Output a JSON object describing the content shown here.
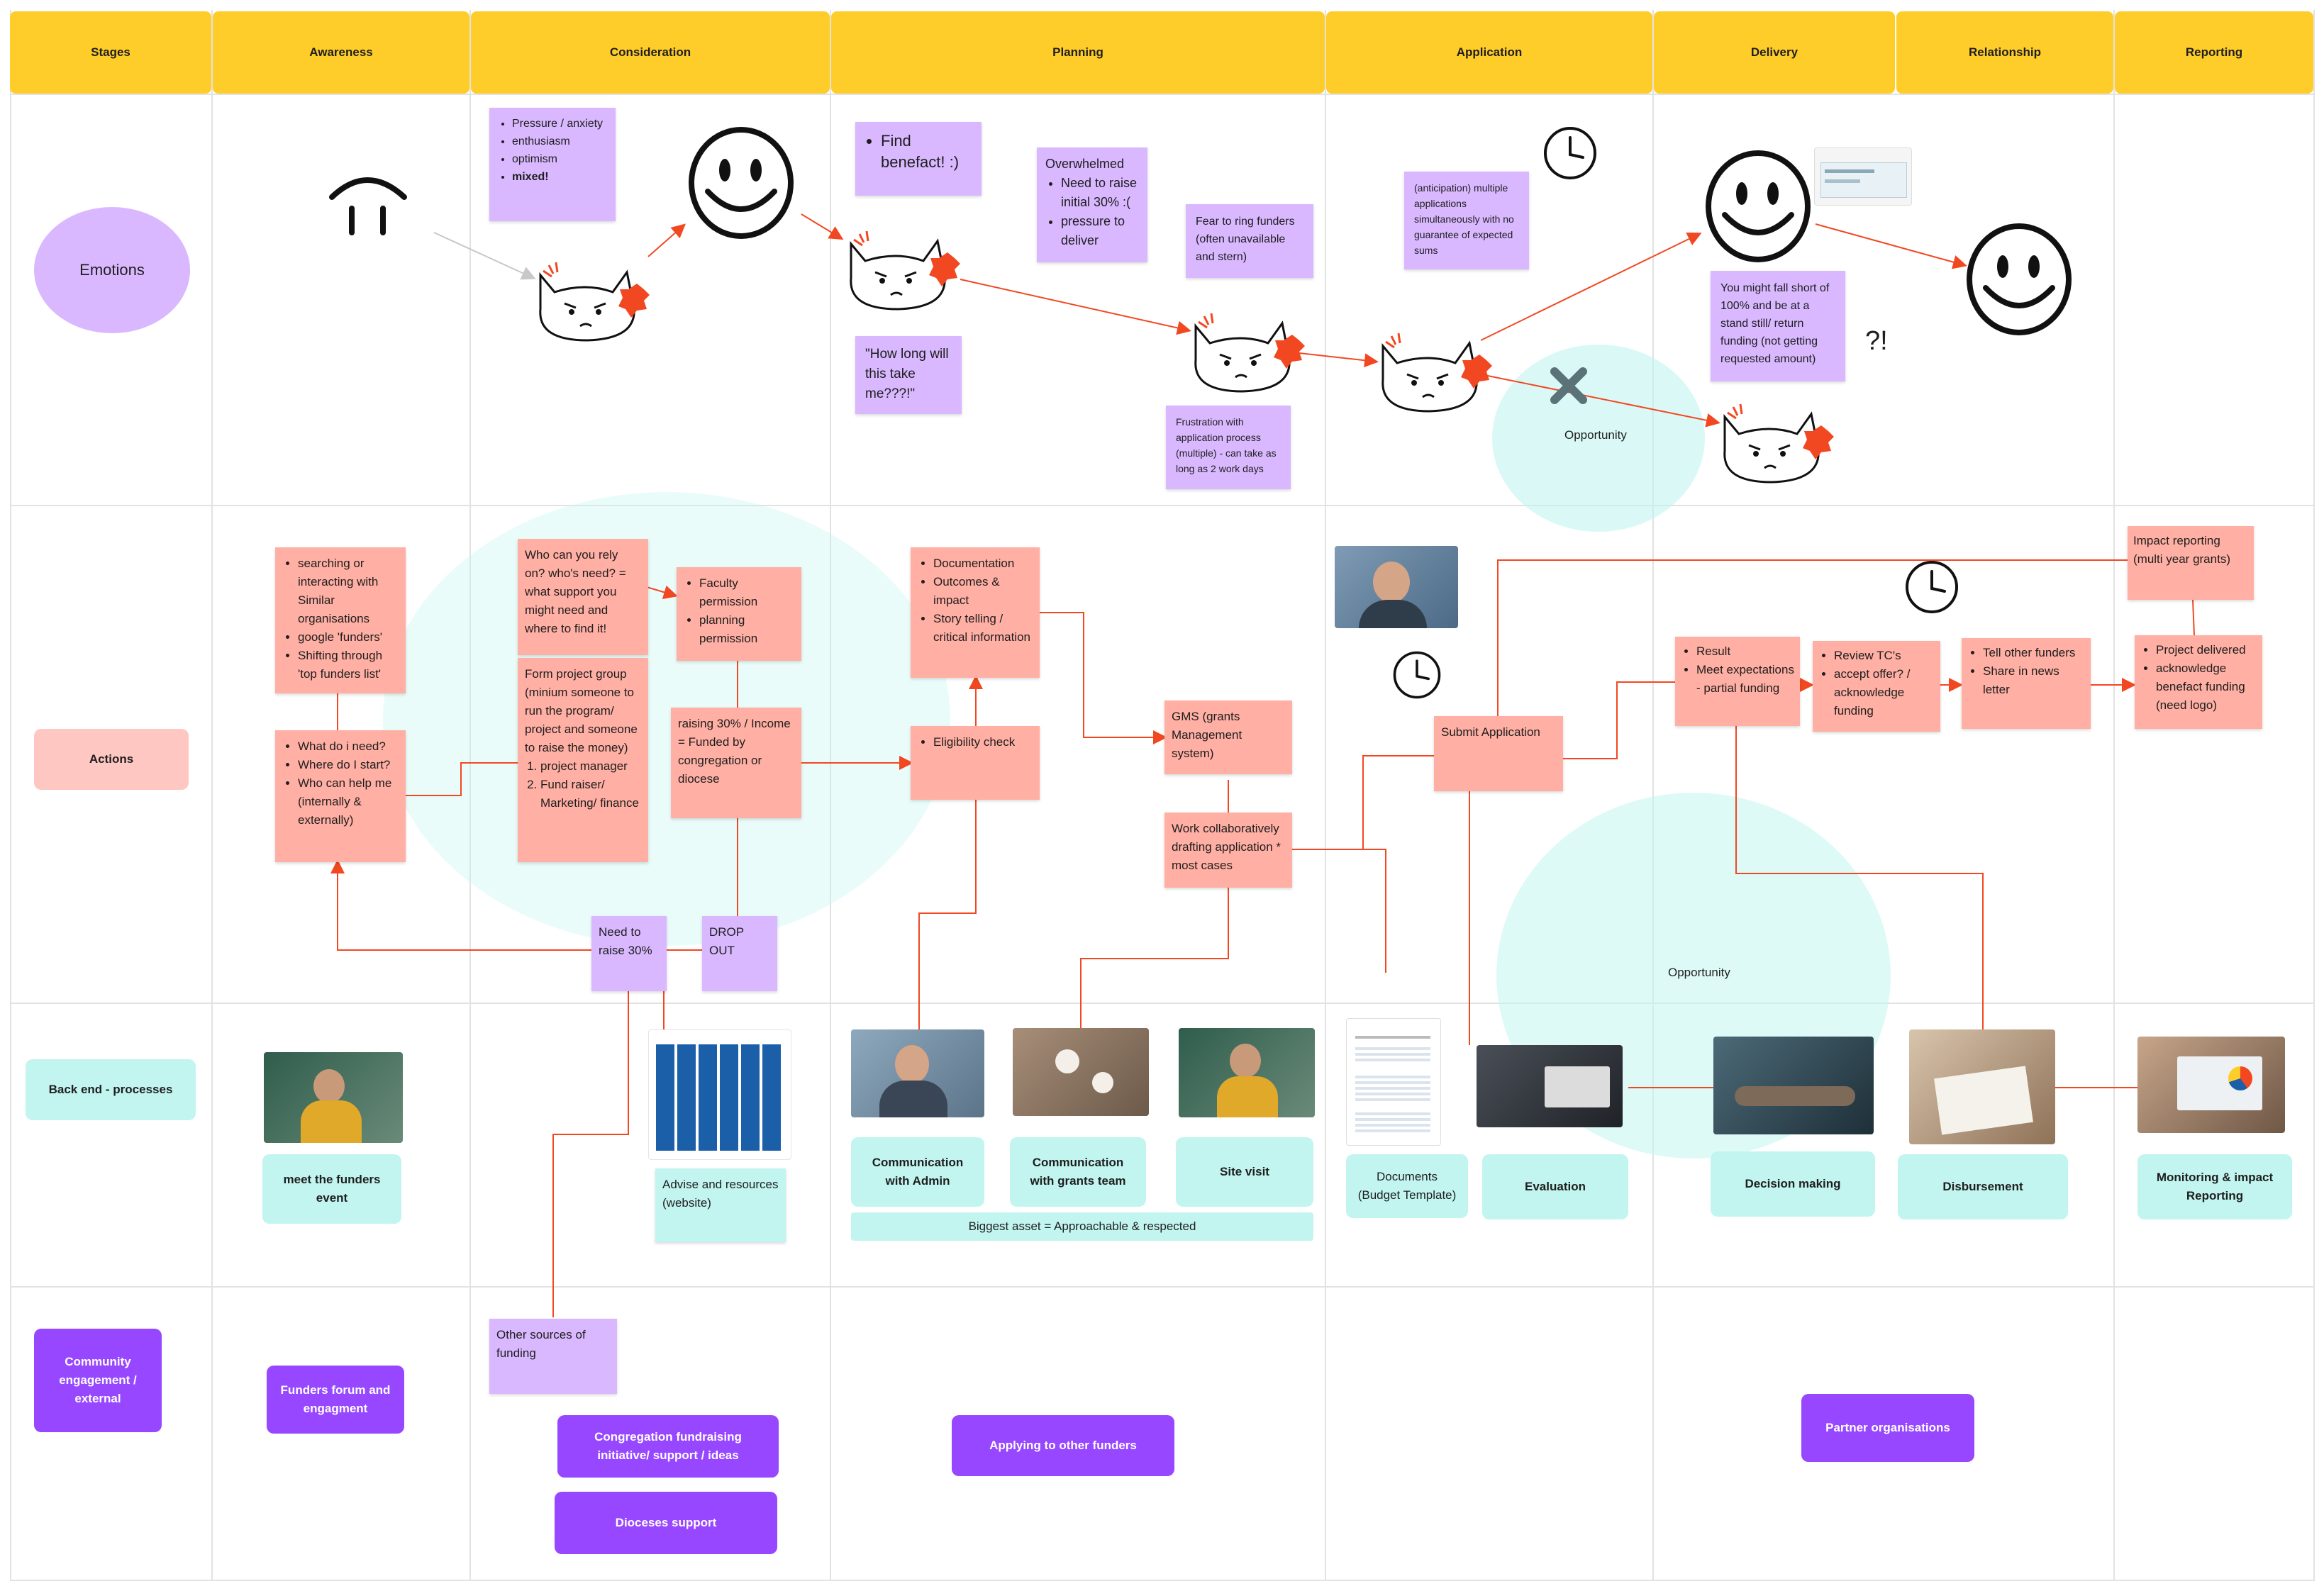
{
  "stages": [
    "Stages",
    "Awareness",
    "Consideration",
    "Planning",
    "Application",
    "Delivery",
    "Relationship",
    "Reporting"
  ],
  "rows": {
    "emotions": "Emotions",
    "actions": "Actions",
    "backend": "Back end - processes",
    "community": "Community engagement / external"
  },
  "emotion_notes": {
    "consideration": [
      "Pressure / anxiety",
      "enthusiasm",
      "optimism",
      "mixed!"
    ],
    "find": "Find benefact! :)",
    "how_long": "\"How long will this take me???!\"",
    "overwhelmed_title": "Overwhelmed",
    "overwhelmed_items": [
      "Need to raise initial 30% :(",
      "pressure to deliver"
    ],
    "fear": "Fear to ring funders (often unavailable and stern)",
    "frustration": "Frustration with application process (multiple) - can take as long as 2 work days",
    "anticipation": "(anticipation) multiple applications simultaneously with no guarantee of expected sums",
    "fall_short": "You might fall short of 100% and be at a stand still/ return funding (not getting requested amount)",
    "interrobang": "?!",
    "opportunity": "Opportunity"
  },
  "action_notes": {
    "searching": [
      "searching or interacting with Similar organisations",
      "google 'funders'",
      "Shifting through 'top funders list'"
    ],
    "what_do": [
      "What do i need?",
      "Where do I start?",
      "Who can help me (internally & externally)"
    ],
    "who_rely": "Who can you rely on? who's need? = what support you might need and where to find it!",
    "form_group": "Form project group (minium someone to run the program/ project and someone to raise the money)",
    "form_group_list": [
      "project manager",
      "Fund raiser/ Marketing/ finance"
    ],
    "faculty": [
      "Faculty permission",
      "planning permission"
    ],
    "raising": "raising 30% / Income = Funded by congregation or diocese",
    "need_raise": "Need to raise 30%",
    "drop_out": "DROP OUT",
    "documentation": [
      "Documentation",
      "Outcomes & impact",
      "Story telling / critical information"
    ],
    "eligibility": [
      "Eligibility check"
    ],
    "gms": "GMS (grants Management system)",
    "work_collab": "Work collaboratively drafting application * most cases",
    "submit": "Submit Application",
    "result": [
      "Result",
      "Meet expectations - partial funding"
    ],
    "review": [
      "Review TC's",
      "accept offer? / acknowledge funding"
    ],
    "tell": [
      "Tell other funders",
      "Share in news letter"
    ],
    "impact": "Impact reporting (multi year grants)",
    "project_delivered": [
      "Project delivered",
      "acknowledge benefact funding (need logo)"
    ],
    "opportunity": "Opportunity"
  },
  "backend": {
    "meet_funders": "meet the funders event",
    "advise": "Advise and resources (website)",
    "comm_admin": "Communication with Admin",
    "comm_grants": "Communication with grants team",
    "site_visit": "Site visit",
    "asset": "Biggest asset = Approachable & respected",
    "documents": "Documents (Budget Template)",
    "evaluation": "Evaluation",
    "decision": "Decision making",
    "disbursement": "Disbursement",
    "monitoring": "Monitoring & impact Reporting"
  },
  "community": {
    "other_sources": "Other sources of funding",
    "funders_forum": "Funders forum and engagment",
    "congregation": "Congregation fundraising initiative/ support / ideas",
    "dioceses": "Dioceses support",
    "applying": "Applying to other funders",
    "partner": "Partner organisations"
  },
  "colors": {
    "stage": "#FFCD29",
    "red_note": "#FFAFA3",
    "purple_note": "#D9B8FF",
    "cyan": "#C2F5F0",
    "violet": "#9747FF",
    "connector": "#F24822"
  },
  "icons": [
    "smiley-face-icon",
    "neutral-face-icon",
    "angry-cat-icon",
    "clock-icon",
    "cross-icon"
  ]
}
